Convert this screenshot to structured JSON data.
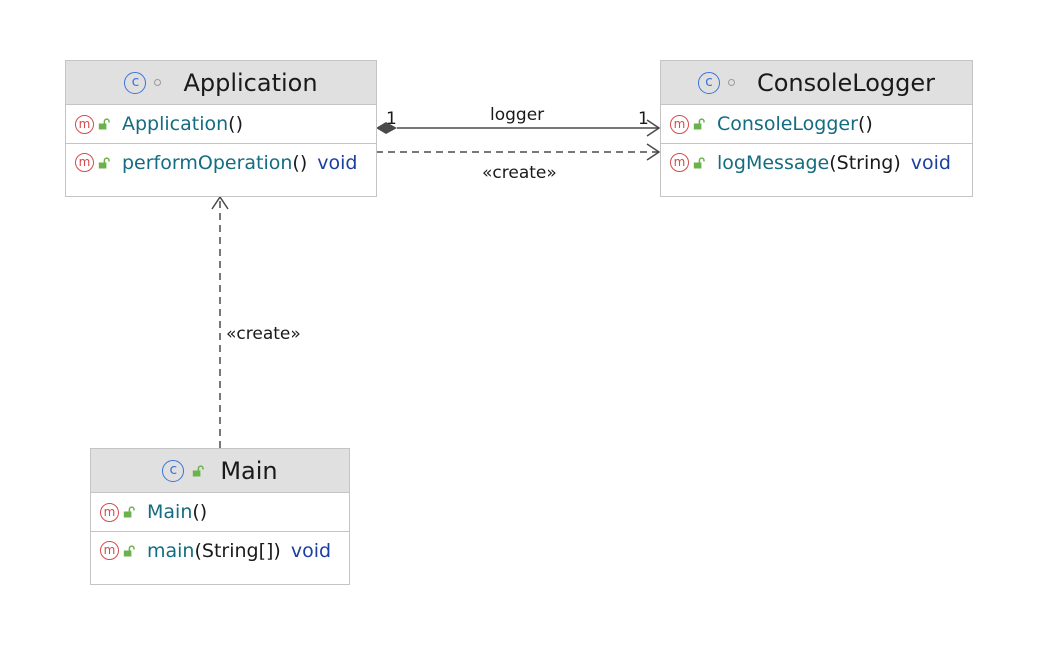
{
  "classes": {
    "application": {
      "name": "Application",
      "kind_icon": "class-c-icon",
      "visibility_icon": "package-private-dot-icon",
      "members": [
        {
          "icon": "method-m-icon",
          "visibility": "public-lock-icon",
          "name": "Application",
          "params": "()",
          "type": ""
        },
        {
          "icon": "method-m-icon",
          "visibility": "public-lock-icon",
          "name": "performOperation",
          "params": "()",
          "type": "void"
        }
      ]
    },
    "console_logger": {
      "name": "ConsoleLogger",
      "kind_icon": "class-c-icon",
      "visibility_icon": "package-private-dot-icon",
      "members": [
        {
          "icon": "method-m-icon",
          "visibility": "public-lock-icon",
          "name": "ConsoleLogger",
          "params": "()",
          "type": ""
        },
        {
          "icon": "method-m-icon",
          "visibility": "public-lock-icon",
          "name": "logMessage",
          "params": "(String)",
          "type": "void"
        }
      ]
    },
    "main": {
      "name": "Main",
      "kind_icon": "class-c-icon",
      "visibility_icon": "public-lock-icon",
      "members": [
        {
          "icon": "method-m-icon",
          "visibility": "public-lock-icon",
          "name": "Main",
          "params": "()",
          "type": ""
        },
        {
          "icon": "method-m-icon",
          "visibility": "public-lock-icon",
          "name": "main",
          "params": "(String[])",
          "type": "void"
        }
      ]
    }
  },
  "relations": {
    "composition": {
      "from": "Application",
      "to": "ConsoleLogger",
      "label": "logger",
      "source_multiplicity": "1",
      "target_multiplicity": "1"
    },
    "create_app_logger": {
      "from": "Application",
      "to": "ConsoleLogger",
      "label": "«create»"
    },
    "create_main_app": {
      "from": "Main",
      "to": "Application",
      "label": "«create»"
    }
  },
  "badge_glyphs": {
    "class": "c",
    "method": "m"
  },
  "colors": {
    "header_bg": "#e0e0e0",
    "border": "#c4c4c4",
    "class_badge": "#3b73d9",
    "method_badge": "#d54a4a",
    "lock": "#6cb24c",
    "member_name": "#146c80",
    "return_type": "#1a3fa0",
    "edge": "#4a4a4a"
  }
}
